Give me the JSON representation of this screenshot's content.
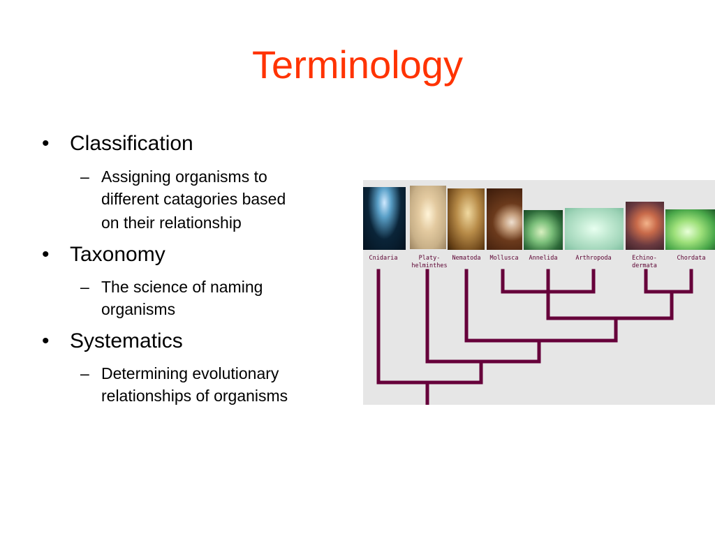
{
  "slide": {
    "title": "Terminology",
    "bullets": [
      {
        "text": "Classification",
        "sub": [
          "Assigning organisms to",
          "different catagories based",
          "on their relationship"
        ]
      },
      {
        "text": "Taxonomy",
        "sub": [
          "The science of naming",
          "organisms"
        ]
      },
      {
        "text": "Systematics",
        "sub": [
          "Determining evolutionary",
          "relationships of organisms"
        ]
      }
    ],
    "bullet_glyph": "•",
    "dash_glyph": "–"
  },
  "figure": {
    "phyla": [
      {
        "label": "Cnidaria",
        "icon": "jellyfish-photo"
      },
      {
        "label": "Platy-\nhelminthes",
        "icon": "flatworm-photo"
      },
      {
        "label": "Nematoda",
        "icon": "roundworm-photo"
      },
      {
        "label": "Mollusca",
        "icon": "snail-photo"
      },
      {
        "label": "Annelida",
        "icon": "earthworm-photo"
      },
      {
        "label": "Arthropoda",
        "icon": "spider-photo"
      },
      {
        "label": "Echino-\ndermata",
        "icon": "starfish-photo"
      },
      {
        "label": "Chordata",
        "icon": "frog-photo"
      }
    ],
    "tree_color": "#66003a"
  }
}
